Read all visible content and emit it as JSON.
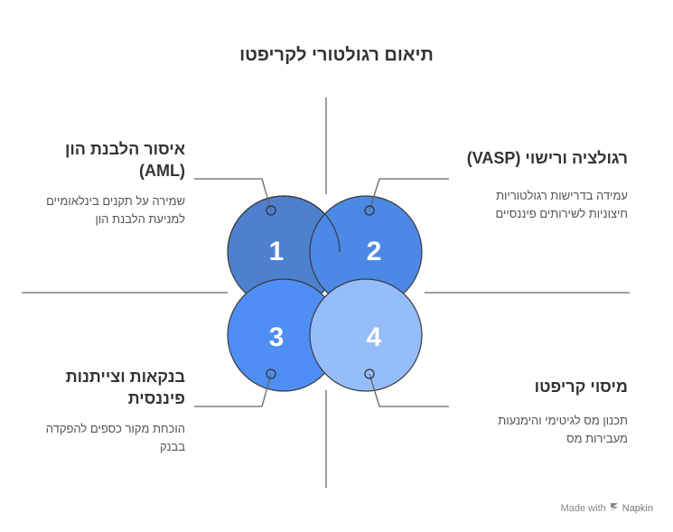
{
  "title": "תיאום רגולטורי לקריפטו",
  "colors": {
    "circle1": "#4d80cf",
    "circle2": "#4c89e6",
    "circle3": "#4f8ef5",
    "circle4": "#96bdfb",
    "line": "#666666"
  },
  "items": [
    {
      "number": "1",
      "heading_line1": "איסור הלבנת הון",
      "heading_line2": "(AML)",
      "desc_line1": "שמירה על תקנים בינלאומיים",
      "desc_line2": "למניעת הלבנת הון"
    },
    {
      "number": "2",
      "heading_line1": "רגולציה ורישוי (VASP)",
      "desc_line1": "עמידה בדרישות רגולטוריות",
      "desc_line2": "חיצוניות לשירותים פיננסיים"
    },
    {
      "number": "3",
      "heading_line1": "בנקאות וצייתנות",
      "heading_line2": "פיננסית",
      "desc_line1": "הוכחת מקור כספים להפקדה",
      "desc_line2": "בבנק"
    },
    {
      "number": "4",
      "heading_line1": "מיסוי קריפטו",
      "desc_line1": "תכנון מס לגיטימי והימנעות",
      "desc_line2": "מעבירות מס"
    }
  ],
  "footer": {
    "made_with": "Made with",
    "brand": "Napkin",
    "logo_icon": "napkin-logo-icon"
  }
}
